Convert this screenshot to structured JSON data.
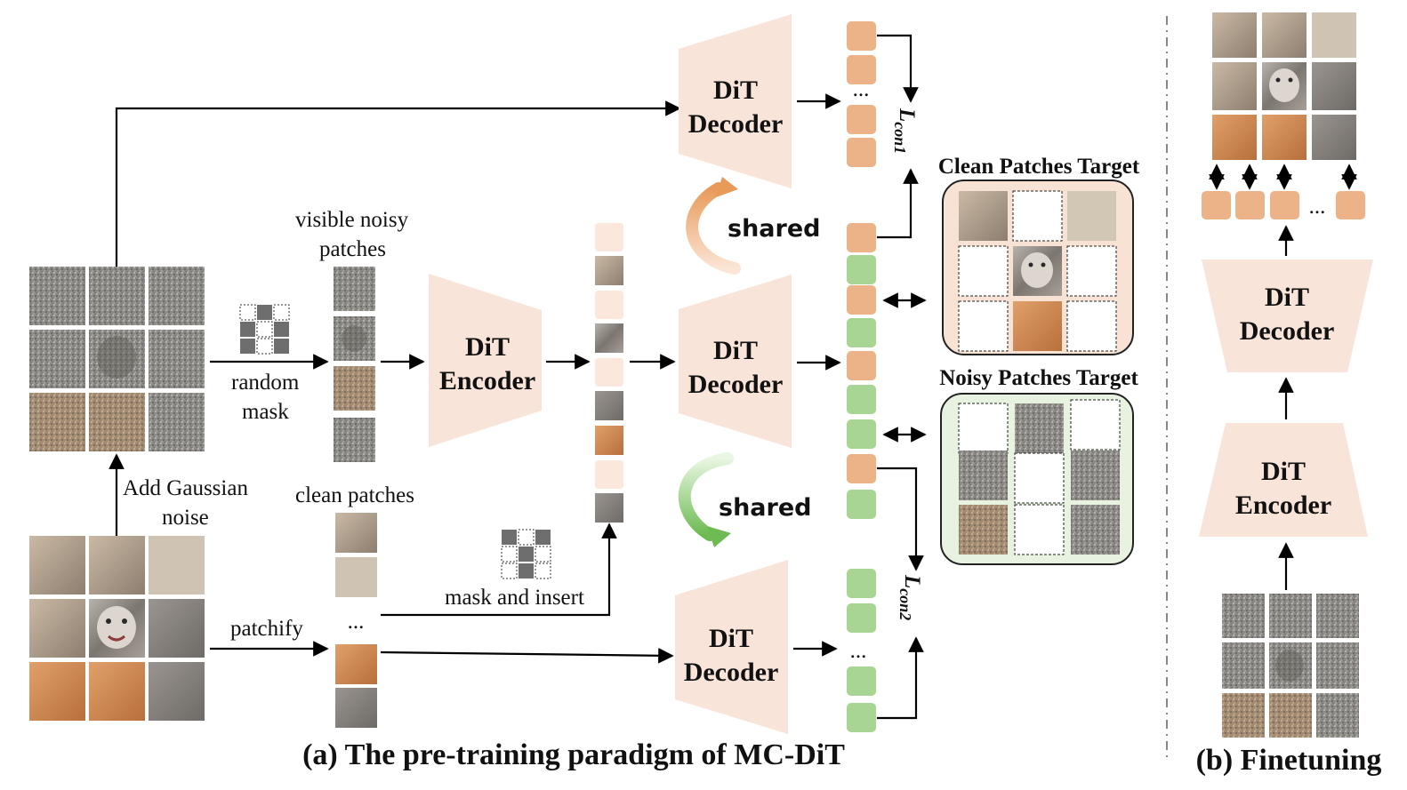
{
  "figure": {
    "caption_a": "(a) The pre-training paradigm of MC-DiT",
    "caption_b": "(b) Finetuning"
  },
  "blocks": {
    "decoder_top": {
      "line1": "DiT",
      "line2": "Decoder"
    },
    "encoder": {
      "line1": "DiT",
      "line2": "Encoder"
    },
    "decoder_mid": {
      "line1": "DiT",
      "line2": "Decoder"
    },
    "decoder_bottom": {
      "line1": "DiT",
      "line2": "Decoder"
    },
    "ft_decoder": {
      "line1": "DiT",
      "line2": "Decoder"
    },
    "ft_encoder": {
      "line1": "DiT",
      "line2": "Encoder"
    }
  },
  "labels": {
    "visible_noisy_1": "visible noisy",
    "visible_noisy_2": "patches",
    "random_mask_1": "random",
    "random_mask_2": "mask",
    "add_noise_1": "Add Gaussian",
    "add_noise_2": "noise",
    "clean_patches": "clean patches",
    "patchify": "patchify",
    "mask_insert": "mask and insert",
    "shared_top": "shared",
    "shared_bottom": "shared",
    "clean_target": "Clean Patches Target",
    "noisy_target": "Noisy Patches Target",
    "loss1_base": "L",
    "loss1_sub": "con1",
    "loss2_base": "L",
    "loss2_sub": "con2",
    "ellipsis": "..."
  },
  "colors": {
    "block_fill": "#f8e4d8",
    "token_orange": "#ecb388",
    "token_green": "#a8d594",
    "clean_panel": "#f8e2d4",
    "noisy_panel": "#e8f2e0",
    "shared_orange": "#e39a62",
    "shared_green": "#7cc162",
    "mask_dark": "#6e6e6e"
  },
  "icons": {
    "mask_pattern_random": "3x3 grid, dashed-white squares 1,3,5,8 (1-based) others dark",
    "mask_pattern_insert": "3x3 grid, dashed-white squares 2,3,4,6,7,9 others dark"
  }
}
